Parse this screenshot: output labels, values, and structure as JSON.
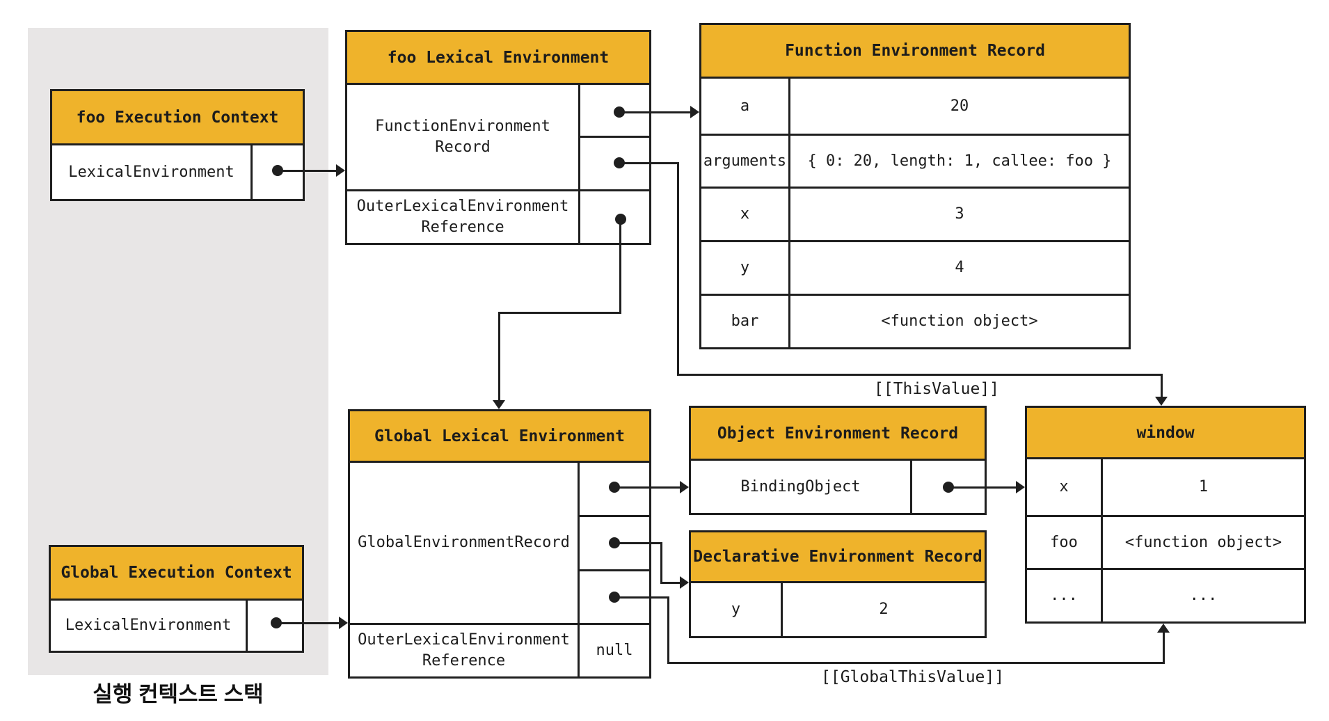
{
  "colors": {
    "accent_yellow": "#efb32b",
    "line": "#1f1f1f",
    "stack_panel_bg": "#e8e6e6"
  },
  "caption": "실행 컨텍스트 스택",
  "foo_ec": {
    "title": "foo Execution Context",
    "row_label": "LexicalEnvironment"
  },
  "global_ec": {
    "title": "Global Execution Context",
    "row_label": "LexicalEnvironment"
  },
  "foo_le": {
    "title": "foo Lexical Environment",
    "record_label": "FunctionEnvironment\nRecord",
    "outer_label": "OuterLexicalEnvironment\nReference"
  },
  "global_le": {
    "title": "Global Lexical Environment",
    "record_label": "GlobalEnvironmentRecord",
    "outer_label": "OuterLexicalEnvironment\nReference",
    "outer_value": "null"
  },
  "fer": {
    "title": "Function Environment Record",
    "rows": [
      [
        "a",
        "20"
      ],
      [
        "arguments",
        "{ 0: 20, length: 1, callee: foo }"
      ],
      [
        "x",
        "3"
      ],
      [
        "y",
        "4"
      ],
      [
        "bar",
        "<function object>"
      ]
    ]
  },
  "oer": {
    "title": "Object Environment Record",
    "binding_label": "BindingObject"
  },
  "der": {
    "title": "Declarative Environment Record",
    "rows": [
      [
        "y",
        "2"
      ]
    ]
  },
  "window_obj": {
    "title": "window",
    "rows": [
      [
        "x",
        "1"
      ],
      [
        "foo",
        "<function object>"
      ],
      [
        "...",
        "..."
      ]
    ]
  },
  "labels": {
    "this_value": "[[ThisValue]]",
    "global_this_value": "[[GlobalThisValue]]"
  }
}
